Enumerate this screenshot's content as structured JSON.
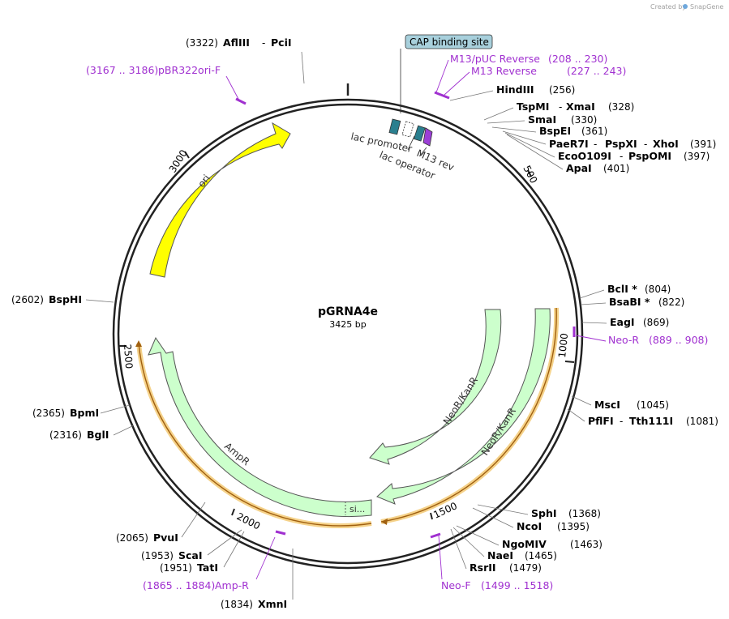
{
  "credit": {
    "created_by": "Created by",
    "brand": "SnapGene"
  },
  "plasmid": {
    "name": "pGRNA4e",
    "size": "3425 bp"
  },
  "tick_labels": [
    "500",
    "1000",
    "1500",
    "2000",
    "2500",
    "3000"
  ],
  "features": {
    "ori": "ori",
    "neor_inner": "NeoR/KanR",
    "neor_outer": "NeoR/KanR",
    "ampr": "AmpR",
    "ampr_signal": "si...",
    "cap_binding_site": "CAP binding site",
    "lac_promoter": "lac promoter",
    "lac_operator": "lac operator",
    "m13_rev": "M13 rev"
  },
  "enzyme_sites": [
    {
      "name": "AflIII",
      "pos": "(3322)"
    },
    {
      "name": "PciI"
    },
    {
      "name": "HindIII",
      "pos": "(256)"
    },
    {
      "name": "TspMI",
      "pos": "(328)"
    },
    {
      "name": "XmaI"
    },
    {
      "name": "SmaI",
      "pos": "(330)"
    },
    {
      "name": "BspEI",
      "pos": "(361)"
    },
    {
      "name": "PaeR7I",
      "pos": "(391)"
    },
    {
      "name": "PspXI"
    },
    {
      "name": "XhoI"
    },
    {
      "name": "EcoO109I",
      "pos": "(397)"
    },
    {
      "name": "PspOMI"
    },
    {
      "name": "ApaI",
      "pos": "(401)"
    },
    {
      "name": "BclI *",
      "pos": "(804)"
    },
    {
      "name": "BsaBI *",
      "pos": "(822)"
    },
    {
      "name": "EagI",
      "pos": "(869)"
    },
    {
      "name": "MscI",
      "pos": "(1045)"
    },
    {
      "name": "PflFI",
      "pos": "(1081)"
    },
    {
      "name": "Tth111I"
    },
    {
      "name": "SphI",
      "pos": "(1368)"
    },
    {
      "name": "NcoI",
      "pos": "(1395)"
    },
    {
      "name": "NgoMIV",
      "pos": "(1463)"
    },
    {
      "name": "NaeI",
      "pos": "(1465)"
    },
    {
      "name": "RsrII",
      "pos": "(1479)"
    },
    {
      "name": "XmnI",
      "pos": "(1834)"
    },
    {
      "name": "TatI",
      "pos": "(1951)"
    },
    {
      "name": "ScaI",
      "pos": "(1953)"
    },
    {
      "name": "PvuI",
      "pos": "(2065)"
    },
    {
      "name": "BglI",
      "pos": "(2316)"
    },
    {
      "name": "BpmI",
      "pos": "(2365)"
    },
    {
      "name": "BspHI",
      "pos": "(2602)"
    }
  ],
  "primers": [
    {
      "name": "pBR322ori-F",
      "range": "(3167 .. 3186)"
    },
    {
      "name": "M13/pUC Reverse",
      "range": "(208 .. 230)"
    },
    {
      "name": "M13 Reverse",
      "range": "(227 .. 243)"
    },
    {
      "name": "Neo-R",
      "range": "(889 .. 908)"
    },
    {
      "name": "Neo-F",
      "range": "(1499 .. 1518)"
    },
    {
      "name": "Amp-R",
      "range": "(1865 .. 1884)"
    }
  ],
  "colors": {
    "backbone": "#222222",
    "ori": "#ffff00",
    "resistance": "#ccffcc",
    "primer": "#a030d0",
    "orf": "#e8a020",
    "cap_box": "#a8d0dc",
    "promoter": "#2a7f8f",
    "m13": "#9b3fd6"
  }
}
